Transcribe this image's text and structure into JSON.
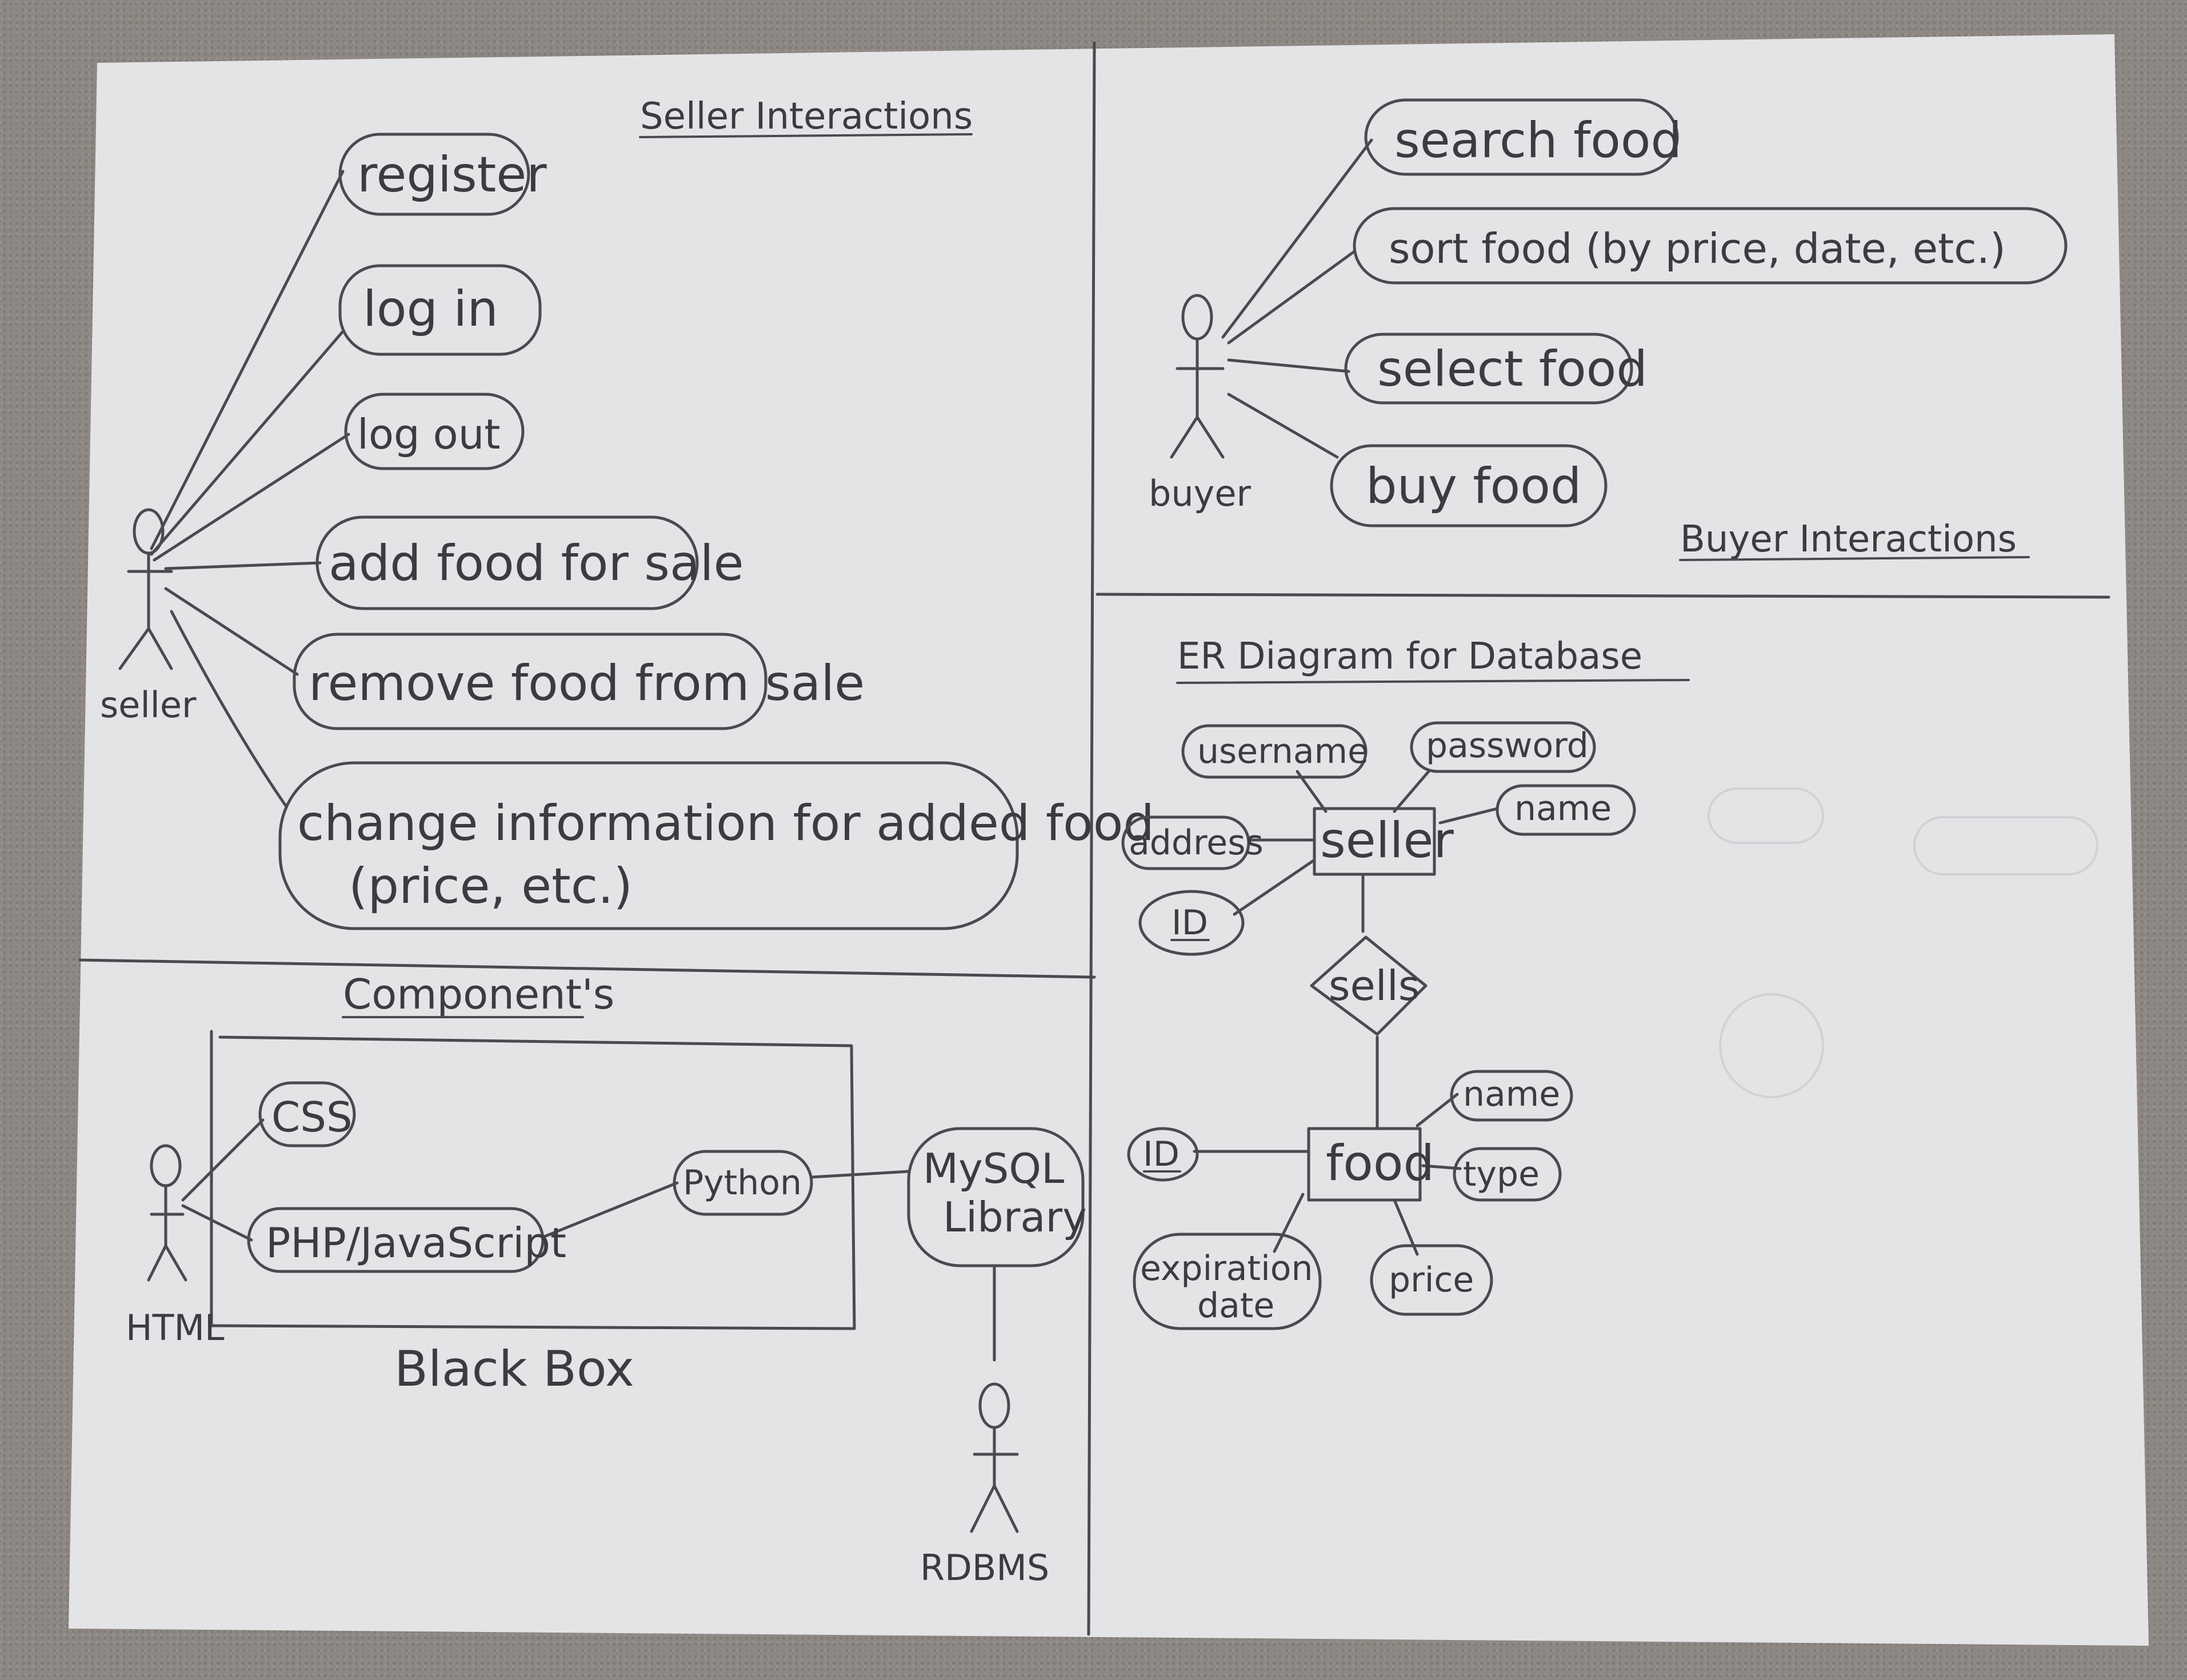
{
  "seller_section": {
    "title": "Seller Interactions",
    "actor": "seller",
    "use_cases": [
      "register",
      "log in",
      "log out",
      "add food for sale",
      "remove food from sale",
      "change information for added food",
      "(price, etc.)"
    ]
  },
  "buyer_section": {
    "title": "Buyer Interactions",
    "actor": "buyer",
    "use_cases": [
      "search food",
      "sort food (by price, date, etc.)",
      "select food",
      "buy food"
    ]
  },
  "components_section": {
    "title": "Component's",
    "actor_left": "HTML",
    "box_label": "Black Box",
    "items": [
      "CSS",
      "PHP/JavaScript",
      "Python"
    ],
    "library": [
      "MySQL",
      "Library"
    ],
    "actor_right": "RDBMS"
  },
  "er_section": {
    "title": "ER Diagram for Database",
    "seller_entity": "seller",
    "seller_attrs": [
      "username",
      "password",
      "address",
      "name",
      "ID"
    ],
    "relationship": "sells",
    "food_entity": "food",
    "food_attrs": [
      "name",
      "ID",
      "type",
      "expiration",
      "date",
      "price"
    ]
  }
}
